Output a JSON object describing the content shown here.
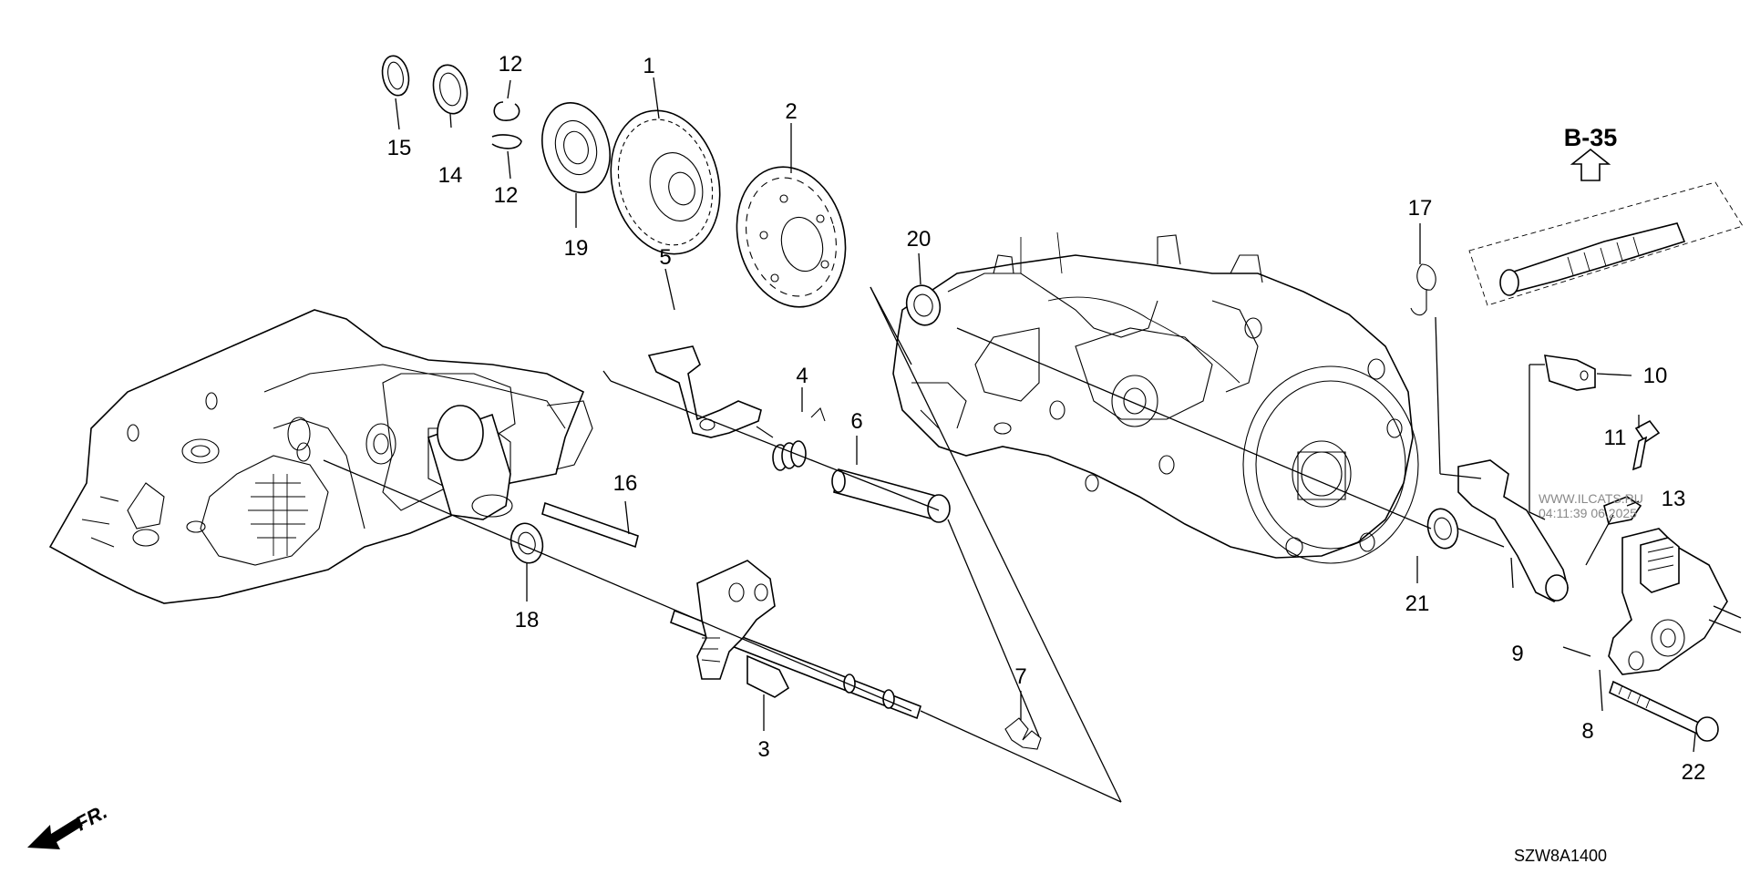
{
  "diagram": {
    "reference": "B-35",
    "drawing_code": "SZW8A1400",
    "direction": "FR.",
    "watermark": [
      "WWW.ILCATS.RU",
      "04:11:39 06.2025"
    ],
    "callouts": [
      "1",
      "2",
      "3",
      "4",
      "5",
      "6",
      "7",
      "8",
      "9",
      "10",
      "11",
      "12",
      "12",
      "13",
      "14",
      "15",
      "16",
      "17",
      "18",
      "19",
      "20",
      "21",
      "22"
    ]
  }
}
